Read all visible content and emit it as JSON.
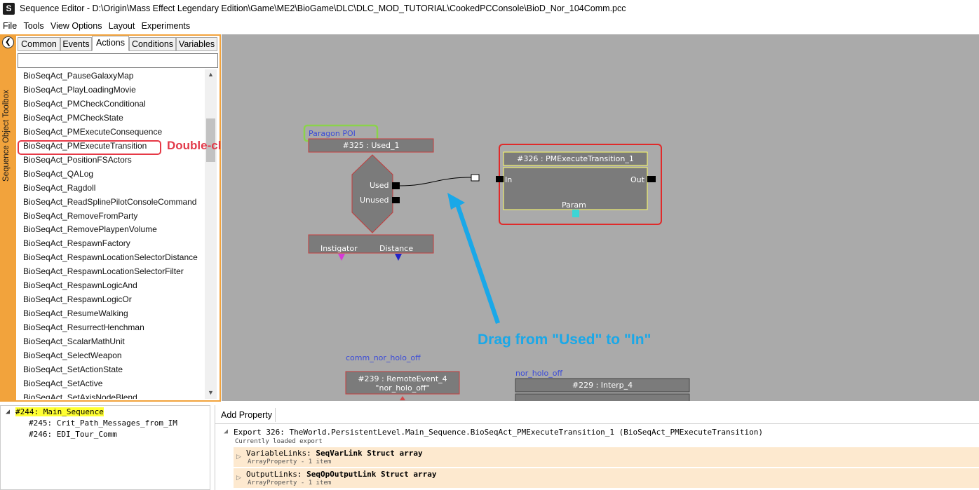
{
  "window": {
    "app_icon": "S",
    "title": "Sequence Editor - D:\\Origin\\Mass Effect Legendary Edition\\Game\\ME2\\BioGame\\DLC\\DLC_MOD_TUTORIAL\\CookedPCConsole\\BioD_Nor_104Comm.pcc"
  },
  "menu": [
    "File",
    "Tools",
    "View Options",
    "Layout",
    "Experiments"
  ],
  "toolbox": {
    "title": "Sequence Object Toolbox",
    "back_icon": "chevron-left-icon",
    "tabs": [
      "Common",
      "Events",
      "Actions",
      "Conditions",
      "Variables"
    ],
    "active_tab": "Actions",
    "search_value": "",
    "items": [
      "BioSeqAct_PauseGalaxyMap",
      "BioSeqAct_PlayLoadingMovie",
      "BioSeqAct_PMCheckConditional",
      "BioSeqAct_PMCheckState",
      "BioSeqAct_PMExecuteConsequence",
      "BioSeqAct_PMExecuteTransition",
      "BioSeqAct_PositionFSActors",
      "BioSeqAct_QALog",
      "BioSeqAct_Ragdoll",
      "BioSeqAct_ReadSplinePilotConsoleCommand",
      "BioSeqAct_RemoveFromParty",
      "BioSeqAct_RemovePlaypenVolume",
      "BioSeqAct_RespawnFactory",
      "BioSeqAct_RespawnLocationSelectorDistance",
      "BioSeqAct_RespawnLocationSelectorFilter",
      "BioSeqAct_RespawnLogicAnd",
      "BioSeqAct_RespawnLogicOr",
      "BioSeqAct_ResumeWalking",
      "BioSeqAct_ResurrectHenchman",
      "BioSeqAct_ScalarMathUnit",
      "BioSeqAct_SelectWeapon",
      "BioSeqAct_SetActionState",
      "BioSeqAct_SetActive",
      "BioSeqAct_SetAxisNodeBlend"
    ],
    "annotation": "Double-click!"
  },
  "canvas": {
    "node_325": {
      "comment": "Paragon POI",
      "title": "#325 : Used_1",
      "outputs": [
        "Used",
        "Unused"
      ],
      "variables": [
        "Instigator",
        "Distance"
      ]
    },
    "node_326": {
      "title": "#326 : PMExecuteTransition_1",
      "input": "In",
      "output": "Out",
      "variable": "Param"
    },
    "node_239": {
      "comment": "comm_nor_holo_off",
      "title_line1": "#239 : RemoteEvent_4",
      "title_line2": "\"nor_holo_off\""
    },
    "node_229": {
      "comment": "nor_holo_off",
      "title": "#229 : Interp_4"
    },
    "annotation": "Drag from \"Used\" to \"In\"",
    "colors": {
      "background": "#aaaaaa",
      "node_fill": "#7b7b7b",
      "selected_border": "#ffff66",
      "highlight": "#e23a4a",
      "arrow": "#1aa8e8"
    }
  },
  "tree": {
    "root": "#244: Main_Sequence",
    "children": [
      "#245: Crit_Path_Messages_from_IM",
      "#246: EDI_Tour_Comm"
    ]
  },
  "properties": {
    "add_button": "Add Property",
    "export_header": "Export 326: TheWorld.PersistentLevel.Main_Sequence.BioSeqAct_PMExecuteTransition_1 (BioSeqAct_PMExecuteTransition)",
    "export_sub": "Currently loaded export",
    "rows": [
      {
        "name": "VariableLinks: ",
        "struct": "SeqVarLink Struct array",
        "type": "ArrayProperty - 1 item"
      },
      {
        "name": "OutputLinks: ",
        "struct": "SeqOpOutputLink Struct array",
        "type": "ArrayProperty - 1 item"
      }
    ]
  }
}
